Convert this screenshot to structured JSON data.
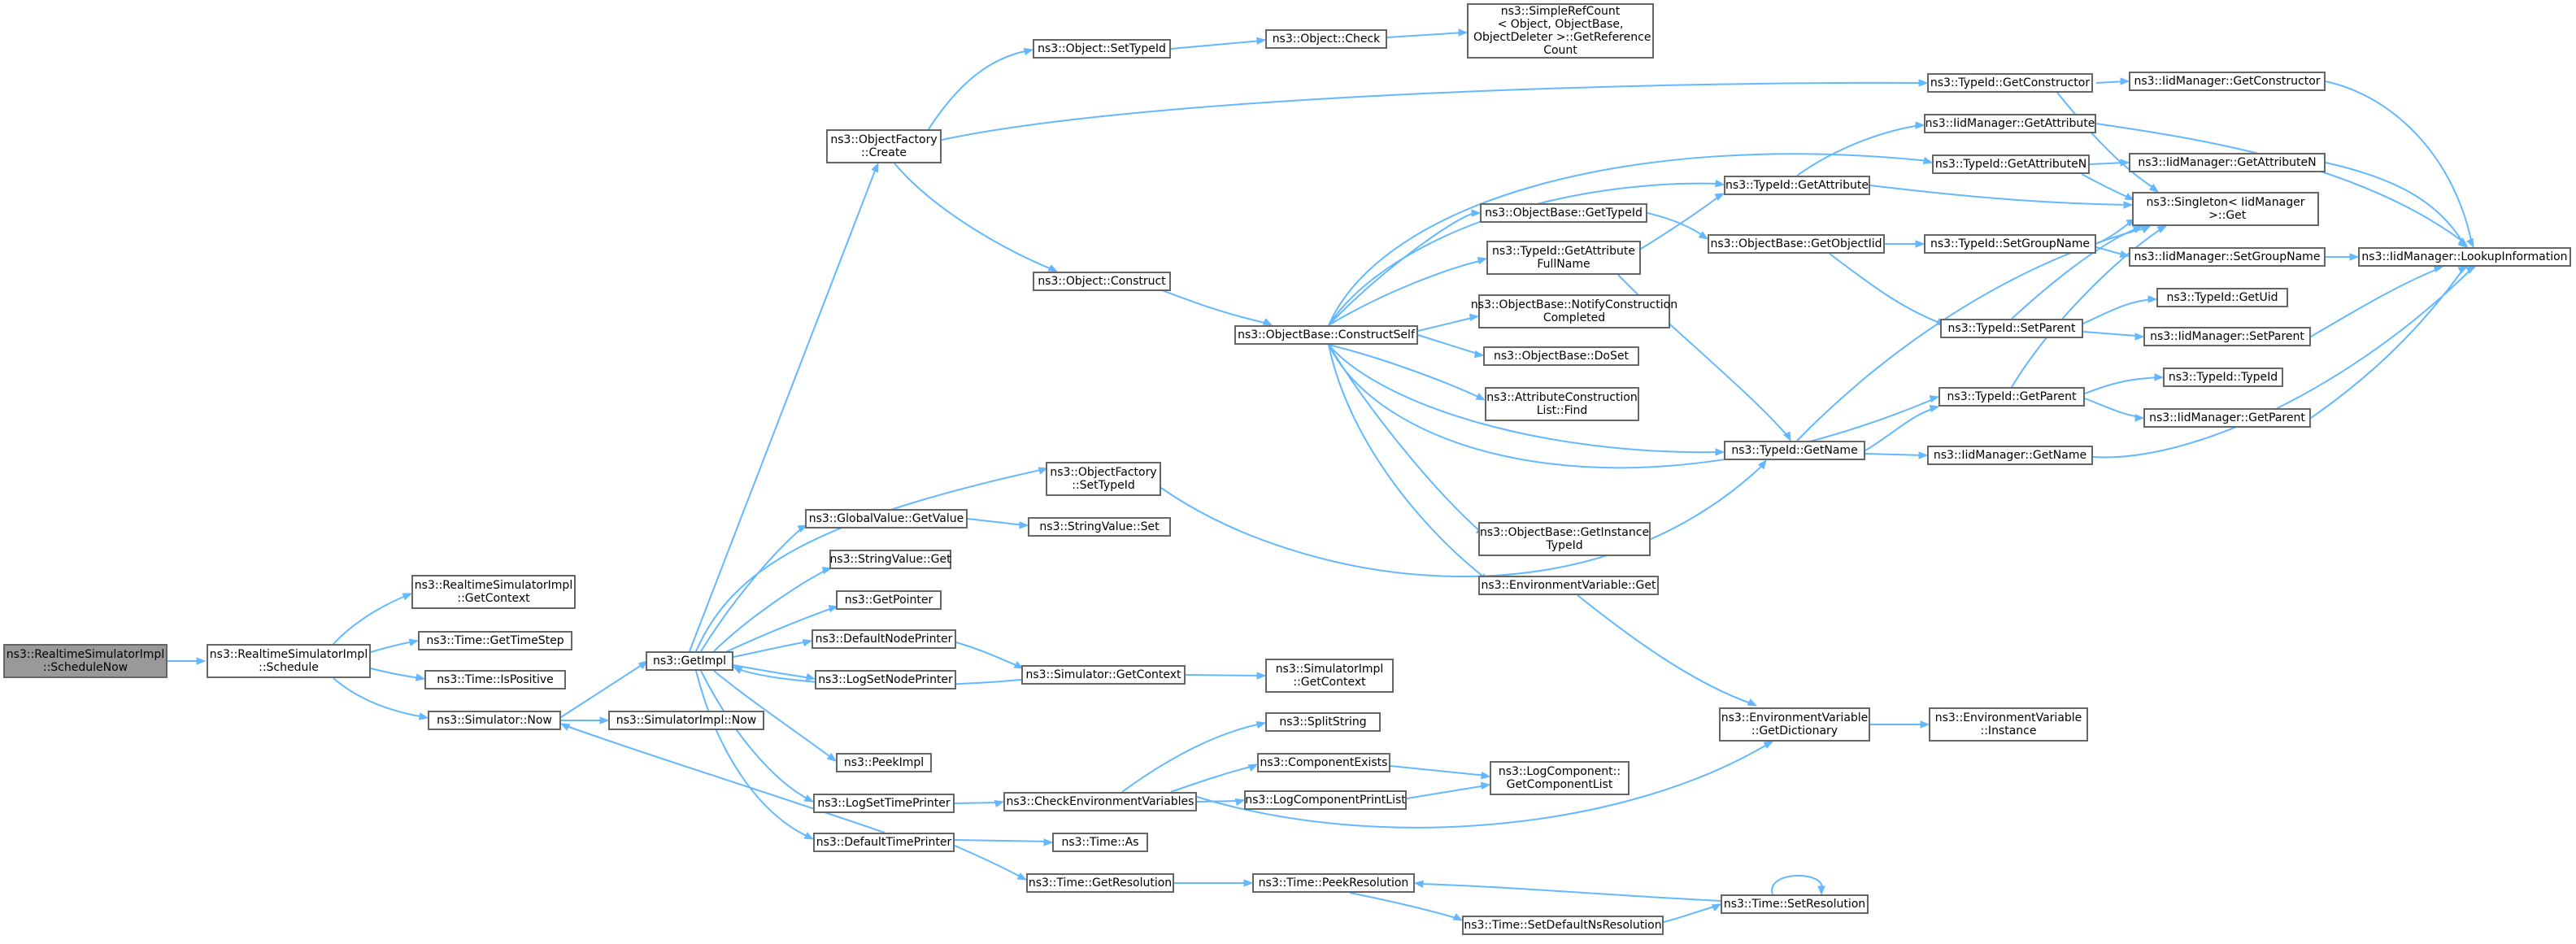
{
  "graph": {
    "colors": {
      "edge": "#63b8ff",
      "node_border": "#666666",
      "root_fill": "#999999",
      "node_fill": "#ffffff"
    },
    "nodes": [
      {
        "id": "n0",
        "label": "ns3::RealtimeSimulatorImpl\n::ScheduleNow",
        "root": true
      },
      {
        "id": "n1",
        "label": "ns3::RealtimeSimulatorImpl\n::Schedule"
      },
      {
        "id": "n2",
        "label": "ns3::RealtimeSimulatorImpl\n::GetContext"
      },
      {
        "id": "n3",
        "label": "ns3::Time::GetTimeStep"
      },
      {
        "id": "n4",
        "label": "ns3::Time::IsPositive"
      },
      {
        "id": "n5",
        "label": "ns3::Simulator::Now"
      },
      {
        "id": "n6",
        "label": "ns3::GetImpl"
      },
      {
        "id": "n7",
        "label": "ns3::SimulatorImpl::Now"
      },
      {
        "id": "n8",
        "label": "ns3::ObjectFactory\n::Create"
      },
      {
        "id": "n9",
        "label": "ns3::Object::SetTypeId"
      },
      {
        "id": "n10",
        "label": "ns3::Object::Check"
      },
      {
        "id": "n11",
        "label": "ns3::SimpleRefCount\n< Object, ObjectBase,\n ObjectDeleter >::GetReference\nCount"
      },
      {
        "id": "n12",
        "label": "ns3::TypeId::GetConstructor"
      },
      {
        "id": "n13",
        "label": "ns3::IidManager::GetConstructor"
      },
      {
        "id": "n14",
        "label": "ns3::IidManager::LookupInformation"
      },
      {
        "id": "n15",
        "label": "ns3::IidManager::GetAttribute"
      },
      {
        "id": "n16",
        "label": "ns3::TypeId::GetAttributeN"
      },
      {
        "id": "n17",
        "label": "ns3::IidManager::GetAttributeN"
      },
      {
        "id": "n18",
        "label": "ns3::TypeId::GetAttribute"
      },
      {
        "id": "n19",
        "label": "ns3::Singleton< IidManager\n >::Get"
      },
      {
        "id": "n20",
        "label": "ns3::ObjectBase::GetTypeId"
      },
      {
        "id": "n21",
        "label": "ns3::ObjectBase::GetObjectIid"
      },
      {
        "id": "n22",
        "label": "ns3::TypeId::SetGroupName"
      },
      {
        "id": "n23",
        "label": "ns3::IidManager::SetGroupName"
      },
      {
        "id": "n24",
        "label": "ns3::TypeId::GetAttribute\nFullName"
      },
      {
        "id": "n25",
        "label": "ns3::Object::Construct"
      },
      {
        "id": "n26",
        "label": "ns3::ObjectBase::ConstructSelf"
      },
      {
        "id": "n27",
        "label": "ns3::ObjectBase::NotifyConstruction\nCompleted"
      },
      {
        "id": "n28",
        "label": "ns3::TypeId::GetUid"
      },
      {
        "id": "n29",
        "label": "ns3::TypeId::SetParent"
      },
      {
        "id": "n30",
        "label": "ns3::IidManager::SetParent"
      },
      {
        "id": "n31",
        "label": "ns3::ObjectBase::DoSet"
      },
      {
        "id": "n32",
        "label": "ns3::AttributeConstruction\nList::Find"
      },
      {
        "id": "n33",
        "label": "ns3::TypeId::TypeId"
      },
      {
        "id": "n34",
        "label": "ns3::TypeId::GetParent"
      },
      {
        "id": "n35",
        "label": "ns3::IidManager::GetParent"
      },
      {
        "id": "n36",
        "label": "ns3::TypeId::GetName"
      },
      {
        "id": "n37",
        "label": "ns3::IidManager::GetName"
      },
      {
        "id": "n38",
        "label": "ns3::ObjectFactory\n::SetTypeId"
      },
      {
        "id": "n39",
        "label": "ns3::GlobalValue::GetValue"
      },
      {
        "id": "n40",
        "label": "ns3::StringValue::Set"
      },
      {
        "id": "n41",
        "label": "ns3::ObjectBase::GetInstance\nTypeId"
      },
      {
        "id": "n42",
        "label": "ns3::StringValue::Get"
      },
      {
        "id": "n43",
        "label": "ns3::EnvironmentVariable::Get"
      },
      {
        "id": "n44",
        "label": "ns3::GetPointer"
      },
      {
        "id": "n45",
        "label": "ns3::DefaultNodePrinter"
      },
      {
        "id": "n46",
        "label": "ns3::Simulator::GetContext"
      },
      {
        "id": "n47",
        "label": "ns3::SimulatorImpl\n::GetContext"
      },
      {
        "id": "n48",
        "label": "ns3::LogSetNodePrinter"
      },
      {
        "id": "n49",
        "label": "ns3::EnvironmentVariable\n::GetDictionary"
      },
      {
        "id": "n50",
        "label": "ns3::EnvironmentVariable\n::Instance"
      },
      {
        "id": "n51",
        "label": "ns3::SplitString"
      },
      {
        "id": "n52",
        "label": "ns3::PeekImpl"
      },
      {
        "id": "n53",
        "label": "ns3::ComponentExists"
      },
      {
        "id": "n54",
        "label": "ns3::LogComponent::\nGetComponentList"
      },
      {
        "id": "n55",
        "label": "ns3::LogSetTimePrinter"
      },
      {
        "id": "n56",
        "label": "ns3::CheckEnvironmentVariables"
      },
      {
        "id": "n57",
        "label": "ns3::LogComponentPrintList"
      },
      {
        "id": "n58",
        "label": "ns3::DefaultTimePrinter"
      },
      {
        "id": "n59",
        "label": "ns3::Time::As"
      },
      {
        "id": "n60",
        "label": "ns3::Time::GetResolution"
      },
      {
        "id": "n61",
        "label": "ns3::Time::PeekResolution"
      },
      {
        "id": "n62",
        "label": "ns3::Time::SetResolution"
      },
      {
        "id": "n63",
        "label": "ns3::Time::SetDefaultNsResolution"
      }
    ]
  }
}
